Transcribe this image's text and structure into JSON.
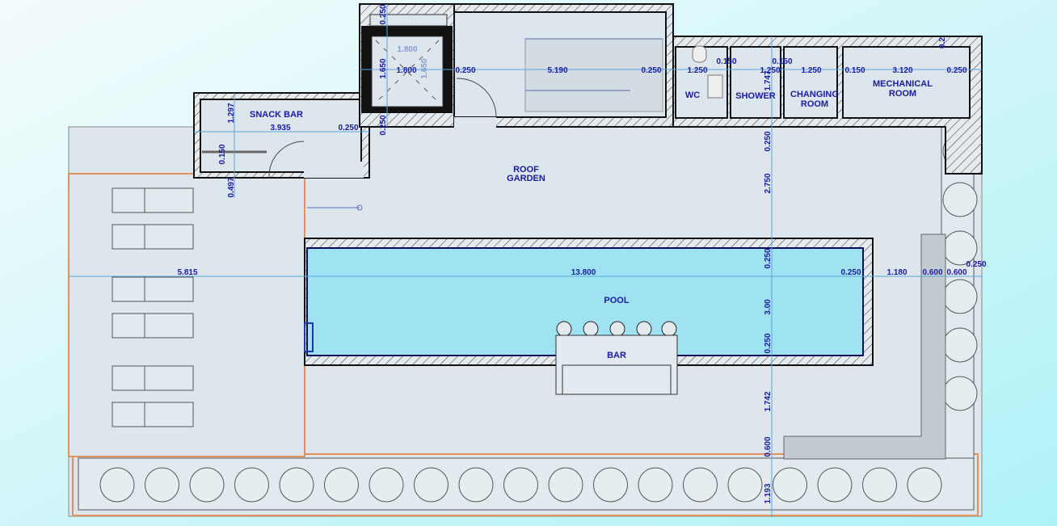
{
  "labels": {
    "snack_bar": "SNACK BAR",
    "roof_garden": [
      "ROOF",
      "GARDEN"
    ],
    "wc": "WC",
    "shower": "SHOWER",
    "changing_room": [
      "CHANGING",
      "ROOM"
    ],
    "mechanical_room": [
      "MECHANICAL",
      "ROOM"
    ],
    "pool": "POOL",
    "bar": "BAR"
  },
  "dimensions": {
    "top_row": [
      "1.800",
      "0.250",
      "5.190",
      "0.250",
      "1.250",
      "1.250",
      "1.250",
      "0.150",
      "3.120",
      "0.250"
    ],
    "top_small": [
      "0.150",
      "0.150",
      "1.800",
      "0.2"
    ],
    "snack_row": [
      "3.935",
      "0.250"
    ],
    "snack_vertical": [
      "1.297",
      "0.150",
      "0.497"
    ],
    "elevator_vertical": [
      "0.250",
      "1.650",
      "0.250",
      "1.650"
    ],
    "pool_row": [
      "5.815",
      "13.800",
      "0.250",
      "1.180",
      "0.600",
      "0.600",
      "0.250"
    ],
    "main_vertical": [
      "1.747",
      "0.250",
      "2.750",
      "0.250",
      "3.00",
      "0.250",
      "1.742",
      "0.600",
      "1.193"
    ]
  },
  "colors": {
    "water": "#9fe3f3",
    "floor": "#dde6ec",
    "dimension": "#1a1aa8",
    "deck_border": "#e0925a",
    "bench": "#c2cbd0"
  }
}
